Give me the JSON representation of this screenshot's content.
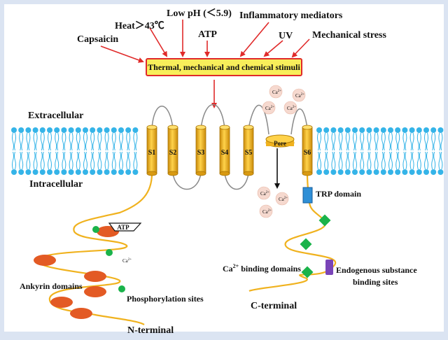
{
  "stimuli": {
    "low_ph": "Low pH (＜5.9)",
    "heat": "Heat＞43℃",
    "inflammatory": "Inflammatory  mediators",
    "atp": "ATP",
    "uv": "UV",
    "capsaicin": "Capsaicin",
    "mechanical_stress": "Mechanical stress",
    "box_label": "Thermal, mechanical and chemical stimuli"
  },
  "membrane": {
    "extracellular": "Extracellular",
    "intracellular": "Intracellular"
  },
  "segments": [
    "S1",
    "S2",
    "S3",
    "S4",
    "S5",
    "S6"
  ],
  "pore_label": "Pore",
  "ion_label": "Ca",
  "ion_charge": "2+",
  "n_terminal": {
    "atp_site": "ATP",
    "ankyrin": "Ankyrin domains",
    "phosphorylation": "Phosphorylation sites",
    "terminal": "N-terminal"
  },
  "c_terminal": {
    "trp_domain": "TRP domain",
    "ca_binding_prefix": "Ca",
    "ca_binding_sup": "2+",
    "ca_binding_suffix": " binding domains",
    "endogenous_line1": "Endogenous substance",
    "endogenous_line2": "binding sites",
    "terminal": "C-terminal"
  },
  "colors": {
    "background_frame": "#dbe4f2",
    "lipid_head": "#35b4e8",
    "helix": "#f0b21e",
    "ankyrin": "#e35a24",
    "phosphorylation": "#1ab34a",
    "ca_binding": "#1ab34a",
    "trp_domain": "#2f8fd6",
    "endogenous": "#7a44b8",
    "arrow": "#e02a2a",
    "box_fill": "#f8ee5a",
    "ion_fill": "#f6d9cf"
  }
}
